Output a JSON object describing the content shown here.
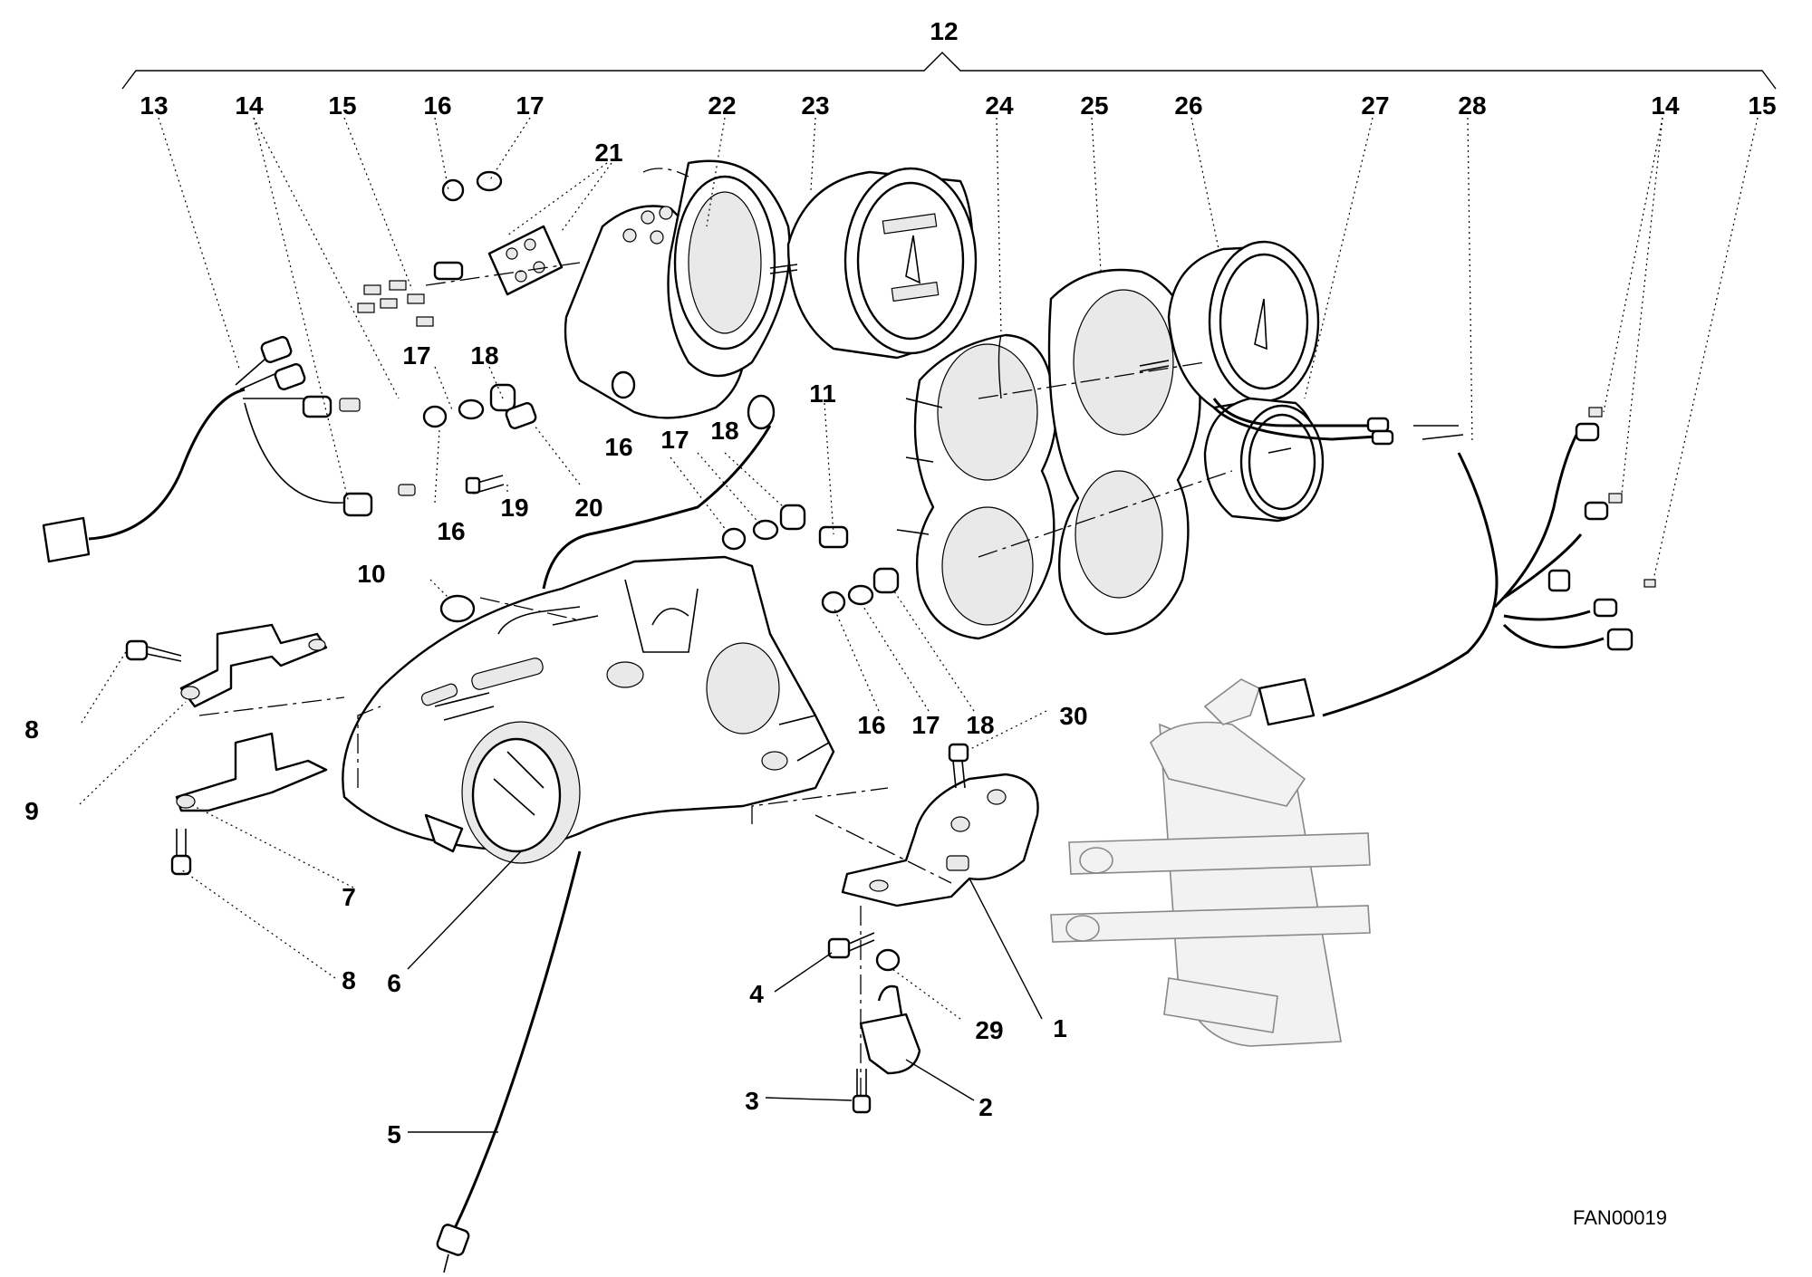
{
  "drawing_id": "FAN00019",
  "callouts": {
    "c1": "1",
    "c2": "2",
    "c3": "3",
    "c4": "4",
    "c5": "5",
    "c6": "6",
    "c7": "7",
    "c8a": "8",
    "c8b": "8",
    "c9": "9",
    "c10": "10",
    "c11": "11",
    "c12": "12",
    "c13": "13",
    "c14a": "14",
    "c14b": "14",
    "c15a": "15",
    "c15b": "15",
    "c16a": "16",
    "c16b": "16",
    "c16c": "16",
    "c16d": "16",
    "c17a": "17",
    "c17b": "17",
    "c17c": "17",
    "c17d": "17",
    "c18a": "18",
    "c18b": "18",
    "c18c": "18",
    "c19": "19",
    "c20": "20",
    "c21": "21",
    "c22": "22",
    "c23": "23",
    "c24": "24",
    "c25": "25",
    "c26": "26",
    "c27": "27",
    "c28": "28",
    "c29": "29",
    "c30": "30"
  }
}
